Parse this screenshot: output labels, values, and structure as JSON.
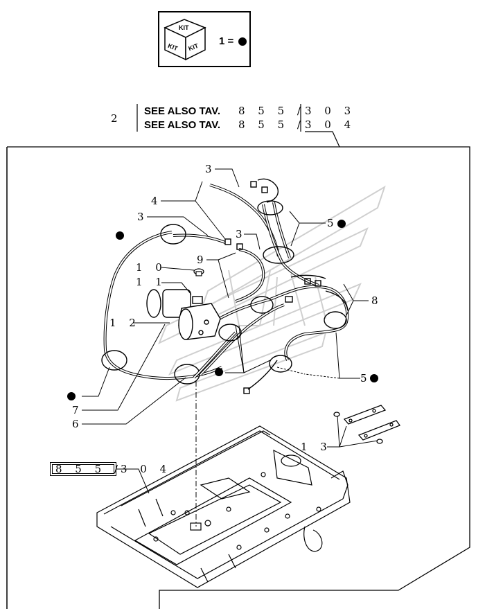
{
  "kit": {
    "cube_label_top": "KIT",
    "cube_label_left": "KIT",
    "cube_label_right": "KIT",
    "legend_text": "1 ="
  },
  "see_also": {
    "item_number": "2",
    "line1_prefix": "SEE ALSO TAV.",
    "line1_number": "8 5 5 /",
    "line1_suffix": "3   0 3",
    "line2_prefix": "SEE ALSO TAV.",
    "line2_number": "8 5 5 /",
    "line2_suffix": "3   0 4"
  },
  "callouts": {
    "c3a": "3",
    "c4": "4",
    "c3b": "3",
    "c3c": "3",
    "c5a": "5",
    "c9": "9",
    "c10": "1 0",
    "c11": "1 1",
    "c12": "1 2",
    "c8": "8",
    "c5b": "5",
    "c7": "7",
    "c6": "6",
    "c13": "1 3"
  },
  "ref_table": {
    "number": "8 5 5 /",
    "suffix": "3   0 4"
  },
  "colors": {
    "line": "#000000",
    "watermark": "#c8c8c8",
    "background": "#ffffff"
  }
}
